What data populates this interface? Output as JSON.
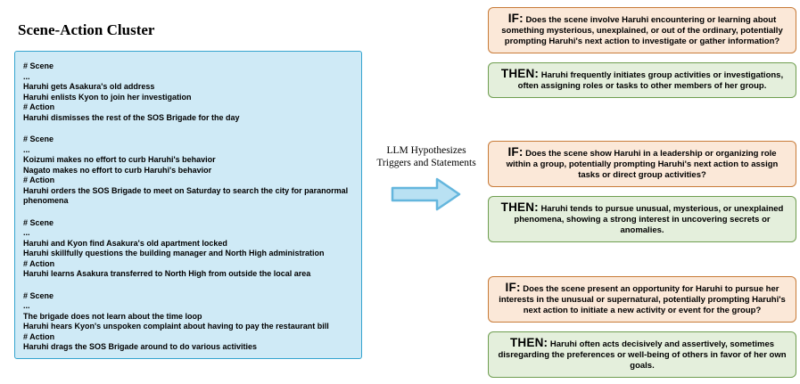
{
  "title": "Scene-Action Cluster",
  "cluster": {
    "groups": [
      {
        "lines": [
          "# Scene",
          "...",
          "Haruhi gets Asakura's old address",
          "Haruhi enlists Kyon to join her investigation",
          "# Action",
          "Haruhi dismisses the rest of the SOS Brigade for the day"
        ]
      },
      {
        "lines": [
          "# Scene",
          "...",
          "Koizumi makes no effort to curb Haruhi's behavior",
          "Nagato makes no effort to curb Haruhi's behavior",
          "# Action",
          "Haruhi orders the SOS Brigade to meet on Saturday to search the city for paranormal phenomena"
        ]
      },
      {
        "lines": [
          "# Scene",
          "...",
          "Haruhi and Kyon find Asakura's old apartment locked",
          "Haruhi skillfully questions the building manager and North High administration",
          "# Action",
          "Haruhi learns Asakura transferred to North High from outside the local area"
        ]
      },
      {
        "lines": [
          "# Scene",
          "...",
          "The brigade does not learn about the time loop",
          "Haruhi hears Kyon's unspoken complaint about having to pay the restaurant bill",
          "# Action",
          "Haruhi drags the SOS Brigade around to do various activities"
        ]
      }
    ]
  },
  "arrow": {
    "label_line1": "LLM Hypothesizes",
    "label_line2": "Triggers and Statements"
  },
  "rules": [
    {
      "if_label": "IF:",
      "if_text": "Does the scene involve Haruhi encountering or learning about something mysterious, unexplained, or out of the ordinary, potentially prompting Haruhi's next action to investigate or gather information?",
      "then_label": "THEN:",
      "then_text": "Haruhi frequently initiates group activities or investigations, often assigning roles or tasks to other members of her group."
    },
    {
      "if_label": "IF:",
      "if_text": "Does the scene show Haruhi in a leadership or organizing role within a group, potentially prompting Haruhi's next action to assign tasks or direct group activities?",
      "then_label": "THEN:",
      "then_text": "Haruhi tends to pursue unusual, mysterious, or unexplained phenomena, showing a strong interest in uncovering secrets or anomalies."
    },
    {
      "if_label": "IF:",
      "if_text": "Does the scene present an opportunity for Haruhi to pursue her interests in the unusual or supernatural, potentially prompting Haruhi's next action to initiate a new activity or event for the group?",
      "then_label": "THEN:",
      "then_text": "Haruhi often acts decisively and assertively, sometimes disregarding the preferences or well-being of others in favor of her own goals."
    }
  ],
  "colors": {
    "cluster_bg": "#cfeaf6",
    "cluster_border": "#35a4cf",
    "if_bg": "#fbe8d8",
    "if_border": "#c87b38",
    "then_bg": "#e4efdc",
    "then_border": "#6f9e50",
    "arrow_fill": "#b9e1f3",
    "arrow_stroke": "#64b6dd"
  }
}
